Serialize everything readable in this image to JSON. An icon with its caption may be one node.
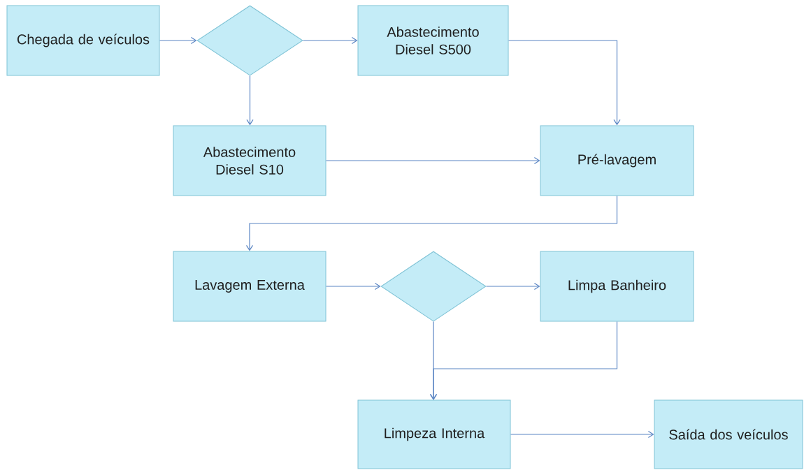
{
  "diagram": {
    "nodes": [
      {
        "text": [
          "Chegada de veículos"
        ]
      },
      {
        "text": [],
        "shape": "diamond"
      },
      {
        "text": [
          "Abastecimento Diesel S500"
        ]
      },
      {
        "text": [
          "Abastecimento Diesel S10"
        ]
      },
      {
        "text": [
          "Pré-lavagem"
        ]
      },
      {
        "text": [
          "Lavagem Externa"
        ]
      },
      {
        "text": [],
        "shape": "diamond"
      },
      {
        "text": [
          "Limpa Banheiro"
        ]
      },
      {
        "text": [
          "Limpeza Interna"
        ]
      },
      {
        "text": [
          "Saída dos veículos"
        ]
      }
    ],
    "edges": [
      {
        "from": 0,
        "to": 1,
        "arrow": "to"
      },
      {
        "from": 1,
        "to": 2,
        "arrow": "to"
      },
      {
        "from": 1,
        "to": 3,
        "arrow": "to"
      },
      {
        "from": 2,
        "to": 4,
        "arrow": "to"
      },
      {
        "from": 3,
        "to": 4,
        "arrow": "to"
      },
      {
        "from": 4,
        "to": 5,
        "arrow": "to"
      },
      {
        "from": 5,
        "to": 6,
        "arrow": "to"
      },
      {
        "from": 6,
        "to": 7,
        "arrow": "to"
      },
      {
        "from": 6,
        "to": 8,
        "arrow": "to"
      },
      {
        "from": 7,
        "to": 8,
        "arrow": "to"
      },
      {
        "from": 8,
        "to": 9,
        "arrow": "to"
      }
    ]
  }
}
